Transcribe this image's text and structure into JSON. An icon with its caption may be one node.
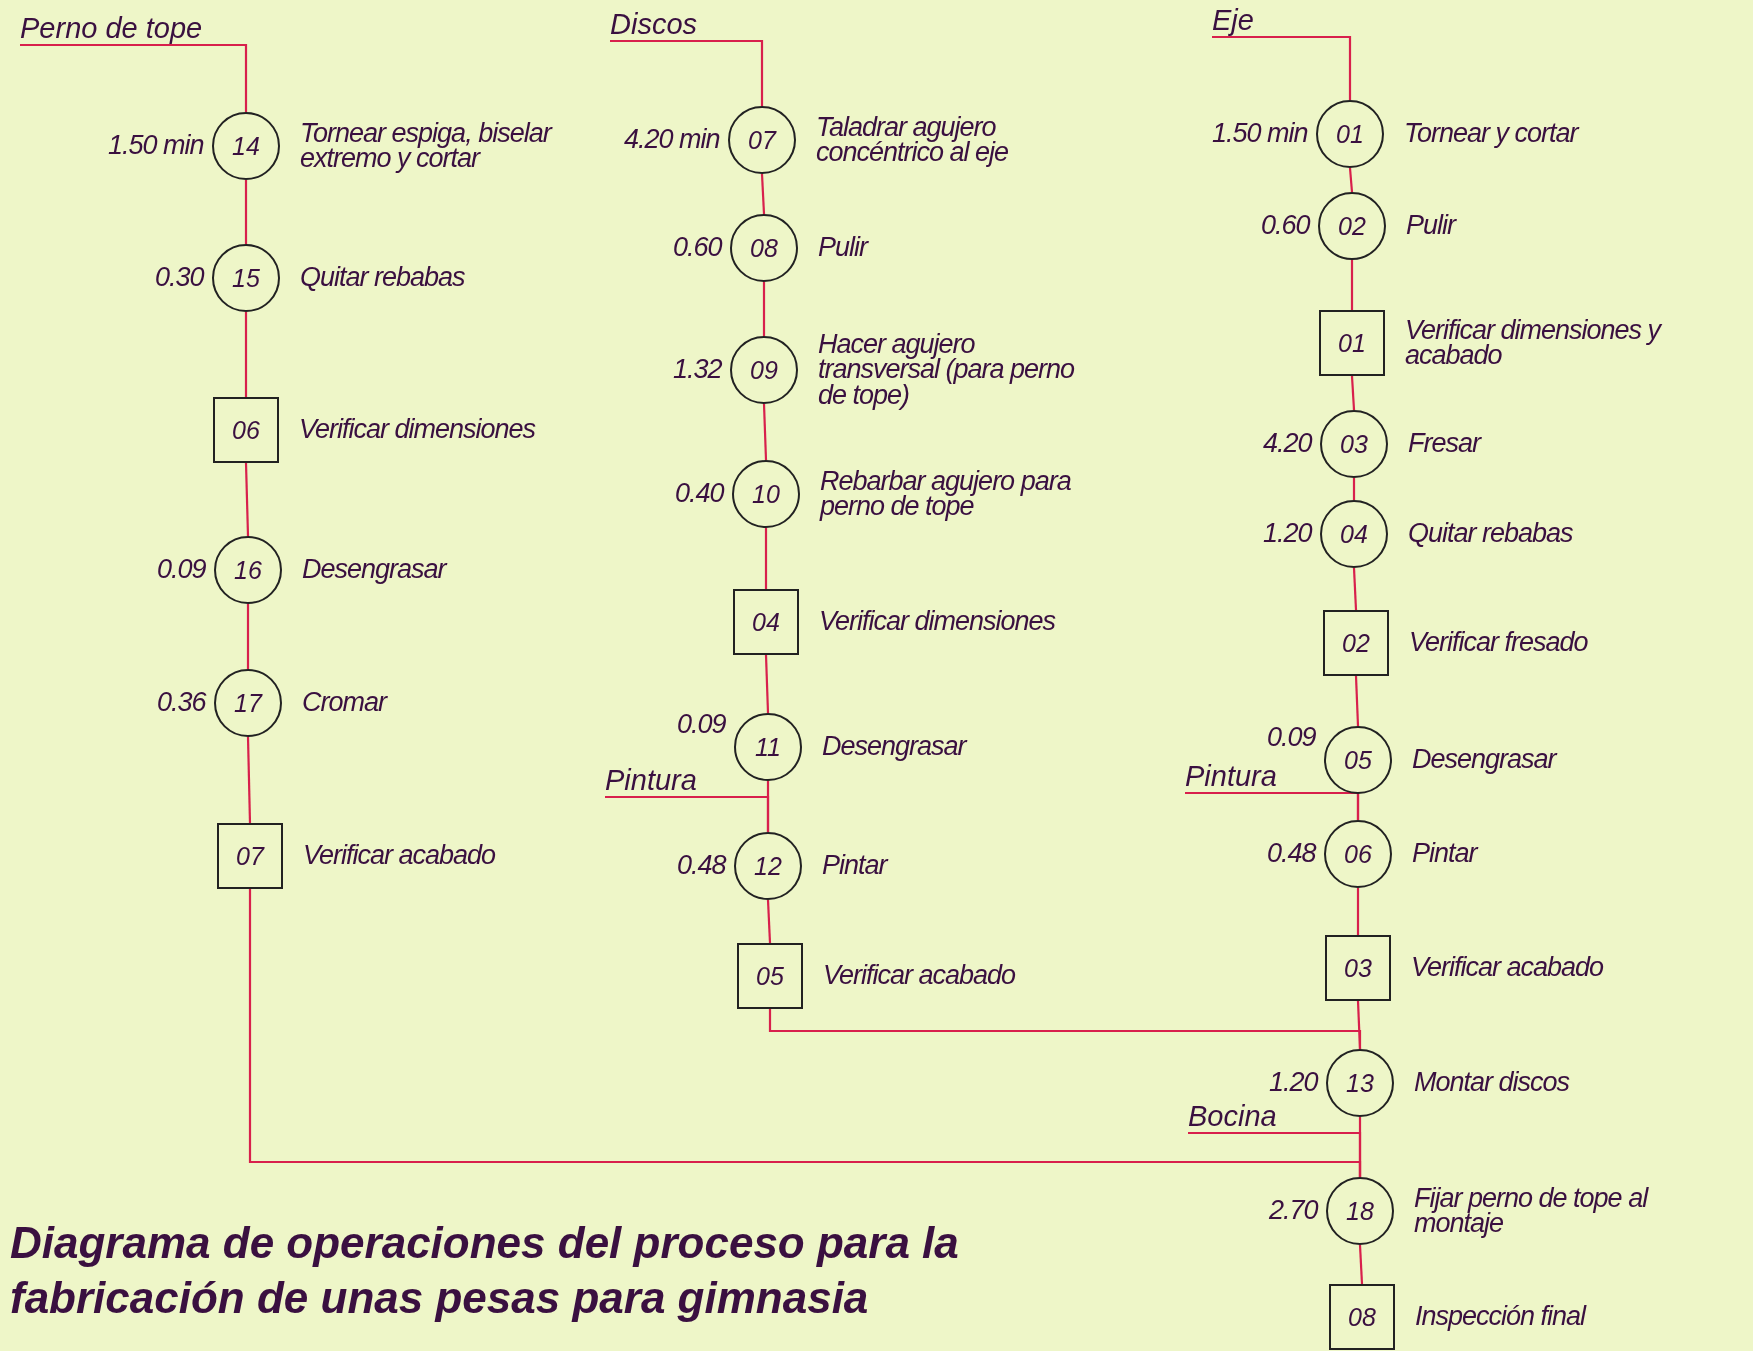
{
  "diagram": {
    "caption": "Diagrama de operaciones del proceso para la fabricación de unas pesas para gimnasia",
    "nodes": [
      {
        "text": [
          "Perno de tope"
        ]
      },
      {
        "text": [
          "14"
        ],
        "beside": [
          "1.50 min",
          "Tornear espiga, biselar extremo y cortar"
        ]
      },
      {
        "text": [
          "15"
        ],
        "beside": [
          "0.30",
          "Quitar rebabas"
        ]
      },
      {
        "text": [
          "06"
        ],
        "beside": [
          "Verificar dimensiones"
        ]
      },
      {
        "text": [
          "16"
        ],
        "beside": [
          "0.09",
          "Desengrasar"
        ]
      },
      {
        "text": [
          "17"
        ],
        "beside": [
          "0.36",
          "Cromar"
        ]
      },
      {
        "text": [
          "07"
        ],
        "beside": [
          "Verificar acabado"
        ]
      },
      {
        "text": [
          "Discos"
        ]
      },
      {
        "text": [
          "07"
        ],
        "beside": [
          "4.20 min",
          "Taladrar agujero concéntrico al eje"
        ]
      },
      {
        "text": [
          "08"
        ],
        "beside": [
          "0.60",
          "Pulir"
        ]
      },
      {
        "text": [
          "09"
        ],
        "beside": [
          "1.32",
          "Hacer agujero transversal (para perno de tope)"
        ]
      },
      {
        "text": [
          "10"
        ],
        "beside": [
          "0.40",
          "Rebarbar agujero para perno de tope"
        ]
      },
      {
        "text": [
          "04"
        ],
        "beside": [
          "Verificar dimensiones"
        ]
      },
      {
        "text": [
          "11"
        ],
        "beside": [
          "0.09",
          "Desengrasar"
        ]
      },
      {
        "text": [
          "Pintura"
        ]
      },
      {
        "text": [
          "12"
        ],
        "beside": [
          "0.48",
          "Pintar"
        ]
      },
      {
        "text": [
          "05"
        ],
        "beside": [
          "Verificar acabado"
        ]
      },
      {
        "text": [
          "Eje"
        ]
      },
      {
        "text": [
          "01"
        ],
        "beside": [
          "1.50 min",
          "Tornear y cortar"
        ]
      },
      {
        "text": [
          "02"
        ],
        "beside": [
          "0.60",
          "Pulir"
        ]
      },
      {
        "text": [
          "01"
        ],
        "beside": [
          "Verificar dimensiones y acabado"
        ]
      },
      {
        "text": [
          "03"
        ],
        "beside": [
          "4.20",
          "Fresar"
        ]
      },
      {
        "text": [
          "04"
        ],
        "beside": [
          "1.20",
          "Quitar rebabas"
        ]
      },
      {
        "text": [
          "02"
        ],
        "beside": [
          "Verificar fresado"
        ]
      },
      {
        "text": [
          "05"
        ],
        "beside": [
          "0.09",
          "Desengrasar"
        ]
      },
      {
        "text": [
          "Pintura"
        ]
      },
      {
        "text": [
          "06"
        ],
        "beside": [
          "0.48",
          "Pintar"
        ]
      },
      {
        "text": [
          "03"
        ],
        "beside": [
          "Verificar acabado"
        ]
      },
      {
        "text": [
          "13"
        ],
        "beside": [
          "1.20",
          "Montar discos"
        ]
      },
      {
        "text": [
          "Bocina"
        ]
      },
      {
        "text": [
          "18"
        ],
        "beside": [
          "2.70",
          "Fijar perno de tope al montaje"
        ]
      },
      {
        "text": [
          "08"
        ],
        "beside": [
          "Inspección final"
        ]
      }
    ],
    "edges": [
      {
        "from": 0,
        "to": 1,
        "arrow": "none"
      },
      {
        "from": 1,
        "to": 2,
        "arrow": "none"
      },
      {
        "from": 2,
        "to": 3,
        "arrow": "none"
      },
      {
        "from": 3,
        "to": 4,
        "arrow": "none"
      },
      {
        "from": 4,
        "to": 5,
        "arrow": "none"
      },
      {
        "from": 5,
        "to": 6,
        "arrow": "none"
      },
      {
        "from": 6,
        "to": 30,
        "arrow": "none"
      },
      {
        "from": 7,
        "to": 8,
        "arrow": "none"
      },
      {
        "from": 8,
        "to": 9,
        "arrow": "none"
      },
      {
        "from": 9,
        "to": 10,
        "arrow": "none"
      },
      {
        "from": 10,
        "to": 11,
        "arrow": "none"
      },
      {
        "from": 11,
        "to": 12,
        "arrow": "none"
      },
      {
        "from": 12,
        "to": 13,
        "arrow": "none"
      },
      {
        "from": 13,
        "to": 15,
        "arrow": "none"
      },
      {
        "from": 14,
        "to": 15,
        "arrow": "none"
      },
      {
        "from": 15,
        "to": 16,
        "arrow": "none"
      },
      {
        "from": 16,
        "to": 28,
        "arrow": "none"
      },
      {
        "from": 17,
        "to": 18,
        "arrow": "none"
      },
      {
        "from": 18,
        "to": 19,
        "arrow": "none"
      },
      {
        "from": 19,
        "to": 20,
        "arrow": "none"
      },
      {
        "from": 20,
        "to": 21,
        "arrow": "none"
      },
      {
        "from": 21,
        "to": 22,
        "arrow": "none"
      },
      {
        "from": 22,
        "to": 23,
        "arrow": "none"
      },
      {
        "from": 23,
        "to": 24,
        "arrow": "none"
      },
      {
        "from": 24,
        "to": 26,
        "arrow": "none"
      },
      {
        "from": 25,
        "to": 26,
        "arrow": "none"
      },
      {
        "from": 26,
        "to": 27,
        "arrow": "none"
      },
      {
        "from": 27,
        "to": 28,
        "arrow": "none"
      },
      {
        "from": 28,
        "to": 30,
        "arrow": "none"
      },
      {
        "from": 29,
        "to": 30,
        "arrow": "none"
      },
      {
        "from": 30,
        "to": 31,
        "arrow": "none"
      }
    ]
  }
}
